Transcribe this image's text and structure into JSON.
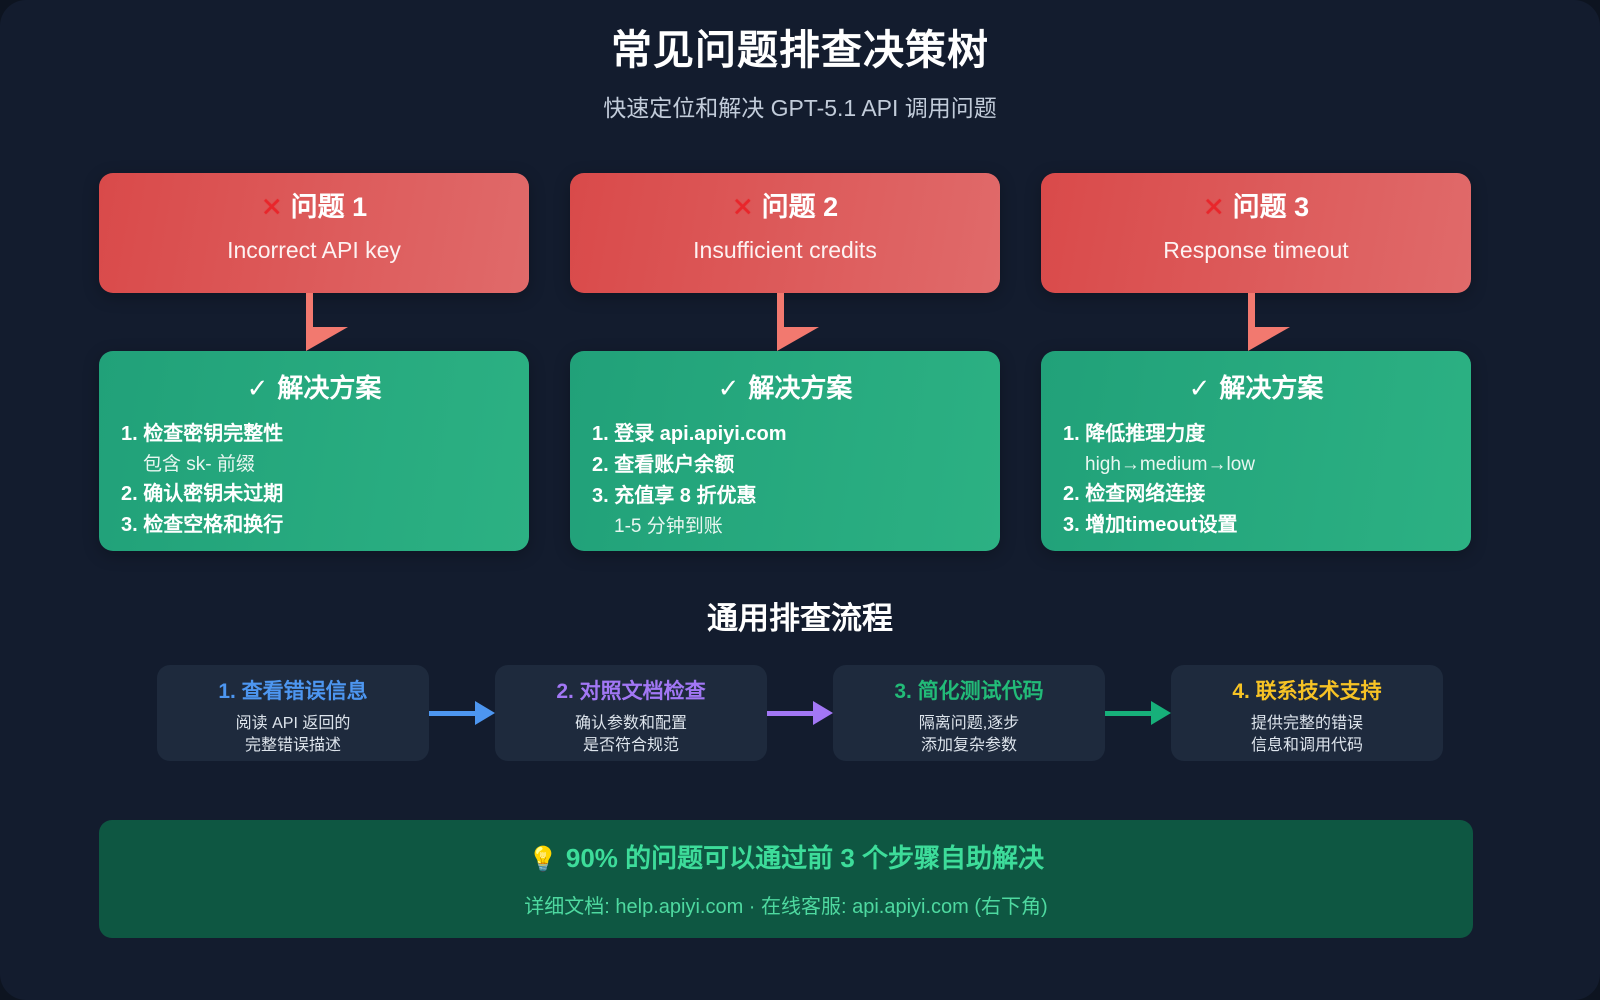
{
  "header": {
    "title": "常见问题排查决策树",
    "subtitle": "快速定位和解决 GPT-5.1 API 调用问题"
  },
  "columns": [
    {
      "problem": {
        "icon": "cross-mark-icon",
        "icon_glyph": "✕",
        "label": "问题 1",
        "description": "Incorrect API key"
      },
      "solution": {
        "icon": "check-mark-icon",
        "icon_glyph": "✓",
        "label": "解决方案",
        "lines": [
          {
            "type": "item",
            "text": "1. 检查密钥完整性"
          },
          {
            "type": "note",
            "text": "包含 sk- 前缀"
          },
          {
            "type": "item",
            "text": "2. 确认密钥未过期"
          },
          {
            "type": "item",
            "text": "3. 检查空格和换行"
          }
        ]
      }
    },
    {
      "problem": {
        "icon": "cross-mark-icon",
        "icon_glyph": "✕",
        "label": "问题 2",
        "description": "Insufficient credits"
      },
      "solution": {
        "icon": "check-mark-icon",
        "icon_glyph": "✓",
        "label": "解决方案",
        "lines": [
          {
            "type": "item",
            "text": "1. 登录 api.apiyi.com"
          },
          {
            "type": "item",
            "text": "2. 查看账户余额"
          },
          {
            "type": "item",
            "text": "3. 充值享 8 折优惠"
          },
          {
            "type": "note",
            "text": "1-5 分钟到账"
          }
        ]
      }
    },
    {
      "problem": {
        "icon": "cross-mark-icon",
        "icon_glyph": "✕",
        "label": "问题 3",
        "description": "Response timeout"
      },
      "solution": {
        "icon": "check-mark-icon",
        "icon_glyph": "✓",
        "label": "解决方案",
        "lines": [
          {
            "type": "item",
            "text": "1. 降低推理力度"
          },
          {
            "type": "note",
            "text": "high→medium→low"
          },
          {
            "type": "item",
            "text": "2. 检查网络连接"
          },
          {
            "type": "item",
            "text": "3. 增加timeout设置"
          }
        ]
      }
    }
  ],
  "flow": {
    "title": "通用排查流程",
    "steps": [
      {
        "title": "1. 查看错误信息",
        "color": "#4d96f0",
        "desc_line1": "阅读 API 返回的",
        "desc_line2": "完整错误描述"
      },
      {
        "title": "2. 对照文档检查",
        "color": "#a277f5",
        "desc_line1": "确认参数和配置",
        "desc_line2": "是否符合规范"
      },
      {
        "title": "3. 简化测试代码",
        "color": "#22bb78",
        "desc_line1": "隔离问题,逐步",
        "desc_line2": "添加复杂参数"
      },
      {
        "title": "4. 联系技术支持",
        "color": "#f7c325",
        "desc_line1": "提供完整的错误",
        "desc_line2": "信息和调用代码"
      }
    ],
    "arrows": [
      {
        "color": "#4d96f0"
      },
      {
        "color": "#a277f5"
      },
      {
        "color": "#17b07a"
      }
    ]
  },
  "footer": {
    "bulb_icon": "light-bulb-icon",
    "bulb_glyph": "💡",
    "main": "90% 的问题可以通过前 3 个步骤自助解决",
    "sub": "详细文档: help.apiyi.com · 在线客服: api.apiyi.com (右下角)"
  },
  "colors": {
    "page_background": "#131c2e",
    "problem_card_gradient_start": "#d94a4a",
    "problem_card_gradient_end": "#e06a6a",
    "solution_card_gradient_start": "#21a179",
    "solution_card_gradient_end": "#2cb183",
    "connector": "#f2796f",
    "step_card": "#1e2a3d",
    "footer_background": "#0e5742",
    "footer_text": "#3ddc9a"
  }
}
